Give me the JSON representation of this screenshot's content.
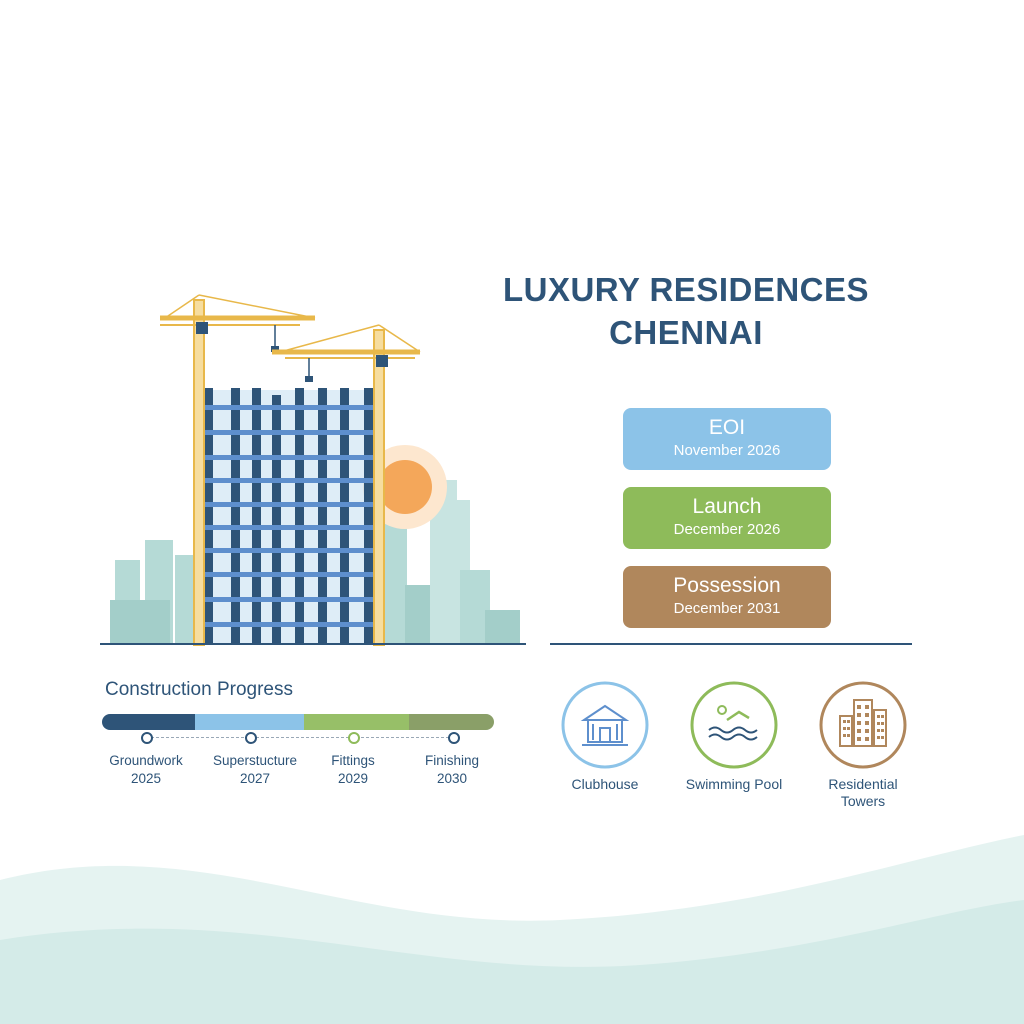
{
  "title": {
    "line1": "LUXURY RESIDENCES",
    "line2": "CHENNAI"
  },
  "milestones": [
    {
      "label": "EOI",
      "date": "November 2026",
      "color": "#8cc3e8"
    },
    {
      "label": "Launch",
      "date": "December 2026",
      "color": "#8ebb5a"
    },
    {
      "label": "Possession",
      "date": "December 2031",
      "color": "#b0875c"
    }
  ],
  "progress": {
    "title": "Construction Progress",
    "stages": [
      {
        "name": "Groundwork",
        "year": "2025",
        "color": "#2e5478"
      },
      {
        "name": "Superstucture",
        "year": "2027",
        "color": "#8cc3e8"
      },
      {
        "name": "Fittings",
        "year": "2029",
        "color": "#97bf68"
      },
      {
        "name": "Finishing",
        "year": "2030",
        "color": "#8a9f68"
      }
    ]
  },
  "amenities": [
    {
      "label": "Clubhouse",
      "icon": "clubhouse-icon",
      "color": "#8cc3e8"
    },
    {
      "label": "Swimming Pool",
      "icon": "swimming-pool-icon",
      "color": "#8ebb5a"
    },
    {
      "label": "Residential Towers",
      "icon": "residential-towers-icon",
      "color": "#b0875c"
    }
  ],
  "colors": {
    "primary": "#2e5478",
    "crane": "#e8b84a",
    "sun": "#f4a75a",
    "skyline": "#a9d4cf"
  }
}
